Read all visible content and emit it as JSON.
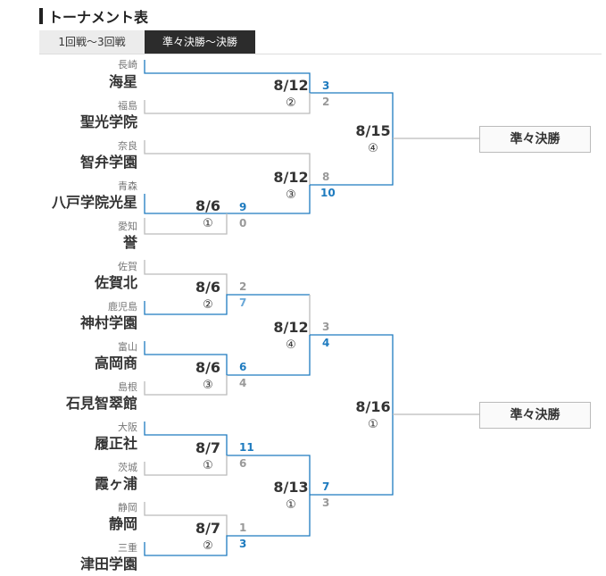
{
  "header": {
    "title": "トーナメント表"
  },
  "tabs": [
    {
      "label": "1回戦〜3回戦",
      "active": false
    },
    {
      "label": "準々決勝〜決勝",
      "active": true
    }
  ],
  "colors": {
    "winner": "#1e7bbf",
    "loser": "#bbbbbb",
    "tab_active_bg": "#2c2c2c"
  },
  "teams": [
    {
      "pref": "長崎",
      "name": "海星"
    },
    {
      "pref": "福島",
      "name": "聖光学院"
    },
    {
      "pref": "奈良",
      "name": "智弁学園"
    },
    {
      "pref": "青森",
      "name": "八戸学院光星"
    },
    {
      "pref": "愛知",
      "name": "誉"
    },
    {
      "pref": "佐賀",
      "name": "佐賀北"
    },
    {
      "pref": "鹿児島",
      "name": "神村学園"
    },
    {
      "pref": "富山",
      "name": "高岡商"
    },
    {
      "pref": "島根",
      "name": "石見智翠館"
    },
    {
      "pref": "大阪",
      "name": "履正社"
    },
    {
      "pref": "茨城",
      "name": "霞ヶ浦"
    },
    {
      "pref": "静岡",
      "name": "静岡"
    },
    {
      "pref": "三重",
      "name": "津田学園"
    }
  ],
  "matches": [
    {
      "date": "8/6",
      "game": "①",
      "score_top": "9",
      "score_bottom": "0"
    },
    {
      "date": "8/6",
      "game": "②",
      "score_top": "2",
      "score_bottom": "7"
    },
    {
      "date": "8/6",
      "game": "③",
      "score_top": "6",
      "score_bottom": "4"
    },
    {
      "date": "8/7",
      "game": "①",
      "score_top": "11",
      "score_bottom": "6"
    },
    {
      "date": "8/7",
      "game": "②",
      "score_top": "1",
      "score_bottom": "3"
    },
    {
      "date": "8/12",
      "game": "②",
      "score_top": "3",
      "score_bottom": "2"
    },
    {
      "date": "8/12",
      "game": "③",
      "score_top": "8",
      "score_bottom": "10"
    },
    {
      "date": "8/12",
      "game": "④",
      "score_top": "3",
      "score_bottom": "4"
    },
    {
      "date": "8/13",
      "game": "①",
      "score_top": "7",
      "score_bottom": "3"
    },
    {
      "date": "8/15",
      "game": "④"
    },
    {
      "date": "8/16",
      "game": "①"
    }
  ],
  "results": [
    "準々決勝",
    "準々決勝"
  ]
}
